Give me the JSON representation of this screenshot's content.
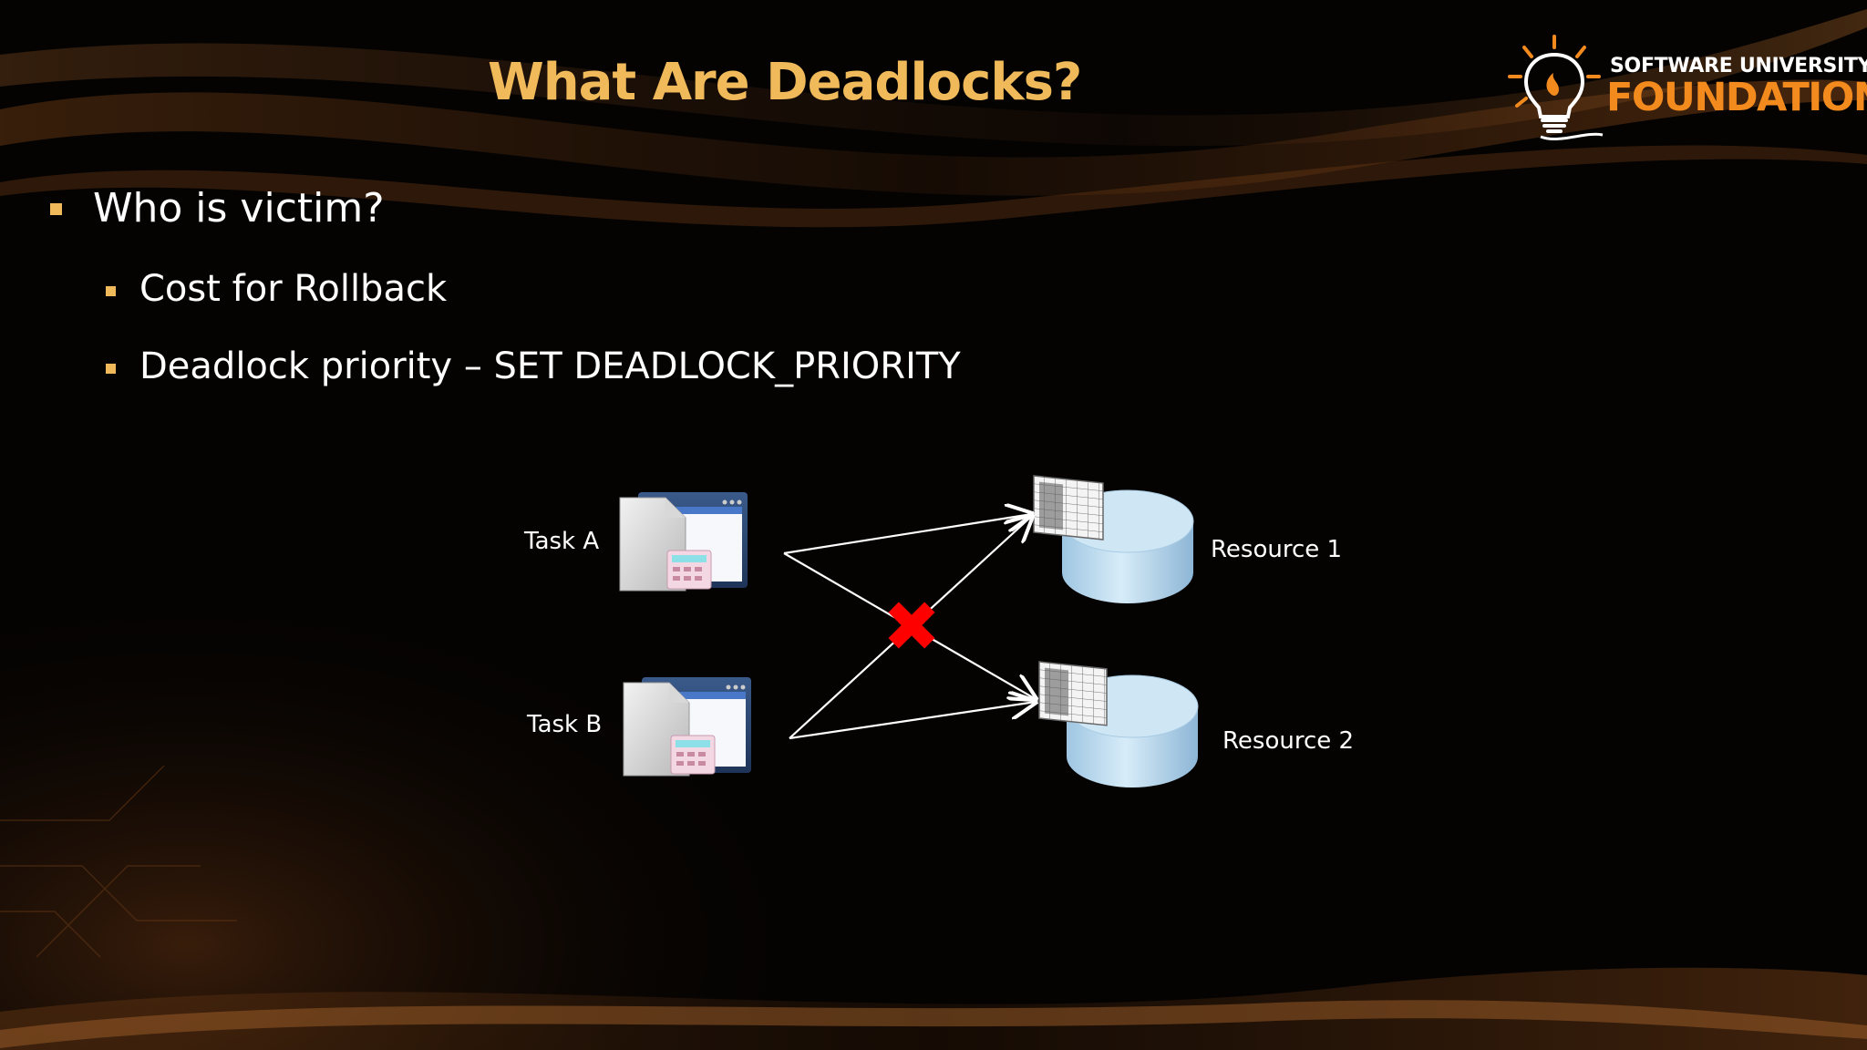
{
  "slide": {
    "title": "What Are Deadlocks?"
  },
  "logo": {
    "line1": "SOFTWARE UNIVERSITY",
    "line2": "FOUNDATION"
  },
  "bullets": [
    {
      "level": 1,
      "text": "Who is victim?"
    },
    {
      "level": 2,
      "text": "Cost for Rollback"
    },
    {
      "level": 2,
      "text": "Deadlock priority – SET DEADLOCK_PRIORITY"
    }
  ],
  "diagram": {
    "tasks": [
      {
        "label": "Task A"
      },
      {
        "label": "Task B"
      }
    ],
    "resources": [
      {
        "label": "Resource 1"
      },
      {
        "label": "Resource 2"
      }
    ],
    "icons": {
      "task": "application-window-icon",
      "resource": "database-table-icon",
      "conflict": "red-x-icon"
    }
  },
  "colors": {
    "title": "#f0b95a",
    "bullet_marker": "#f0b95a",
    "logo_accent": "#f28a1e",
    "conflict": "#ff0000",
    "cylinder": "#bcdcf0"
  }
}
